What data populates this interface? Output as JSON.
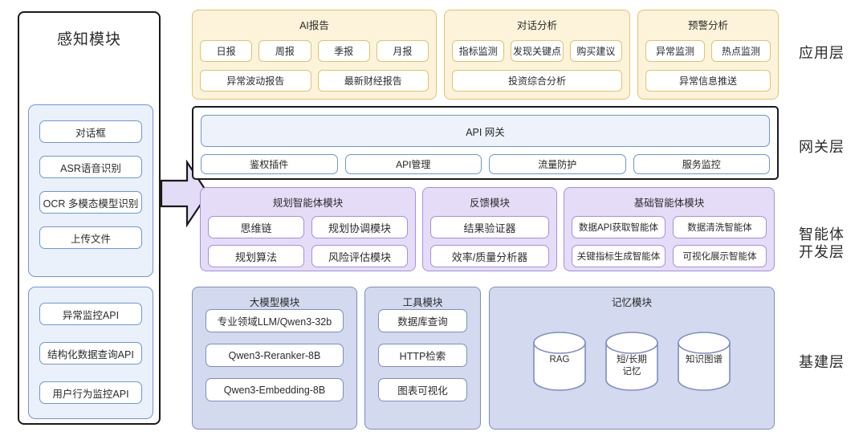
{
  "perception": {
    "title": "感知模块",
    "groups": [
      {
        "name": "input-group",
        "items": [
          "对话框",
          "ASR语音识别",
          "OCR 多模态模型识别",
          "上传文件"
        ]
      },
      {
        "name": "api-group",
        "items": [
          "异常监控API",
          "结构化数据查询API",
          "用户行为监控API"
        ]
      }
    ]
  },
  "arrow": {
    "name": "flow-arrow-right"
  },
  "layer_labels": [
    {
      "text": "应用层"
    },
    {
      "text": "网关层"
    },
    {
      "text": "智能体\n开发层"
    },
    {
      "text": "基建层"
    }
  ],
  "application_layer": {
    "groups": [
      {
        "title": "AI报告",
        "row1": [
          "日报",
          "周报",
          "季报",
          "月报"
        ],
        "row2": [
          "异常波动报告",
          "最新财经报告"
        ]
      },
      {
        "title": "对话分析",
        "row1": [
          "指标监测",
          "发现关键点",
          "购买建议"
        ],
        "row2": [
          "投资综合分析"
        ]
      },
      {
        "title": "预警分析",
        "row1": [
          "异常监测",
          "热点监测"
        ],
        "row2": [
          "异常信息推送"
        ]
      }
    ]
  },
  "gateway_layer": {
    "main": "API 网关",
    "items": [
      "鉴权插件",
      "API管理",
      "流量防护",
      "服务监控"
    ]
  },
  "agent_layer": {
    "groups": [
      {
        "title": "规划智能体模块",
        "row1": [
          "思维链",
          "规划协调模块"
        ],
        "row2": [
          "规划算法",
          "风险评估模块"
        ]
      },
      {
        "title": "反馈模块",
        "row1": [
          "结果验证器"
        ],
        "row2": [
          "效率/质量分析器"
        ]
      },
      {
        "title": "基础智能体模块",
        "row1": [
          "数据API获取智能体",
          "数据清洗智能体"
        ],
        "row2": [
          "关键指标生成智能体",
          "可视化展示智能体"
        ]
      }
    ]
  },
  "infra_layer": {
    "groups": [
      {
        "title": "大模型模块",
        "items": [
          "专业领域LLM/Qwen3-32b",
          "Qwen3-Reranker-8B",
          "Qwen3-Embedding-8B"
        ]
      },
      {
        "title": "工具模块",
        "items": [
          "数据库查询",
          "HTTP检索",
          "图表可视化"
        ]
      },
      {
        "title": "记忆模块",
        "cylinders": [
          "RAG",
          "短/长期\n记忆",
          "知识图谱"
        ]
      }
    ]
  },
  "colors": {
    "application_fill": "#FCF3DA",
    "application_border": "#E0C46C",
    "gateway_border": "#1a1a1a",
    "gateway_box_border": "#6E96D6",
    "agent_fill": "#E5DDF8",
    "agent_border": "#A78DE0",
    "infra_fill": "#D3D9EE",
    "infra_border": "#7D8DC4",
    "perception_fill": "#EAF1FB",
    "perception_border": "#6E96D6",
    "arrow_fill": "#E3DCF6"
  }
}
